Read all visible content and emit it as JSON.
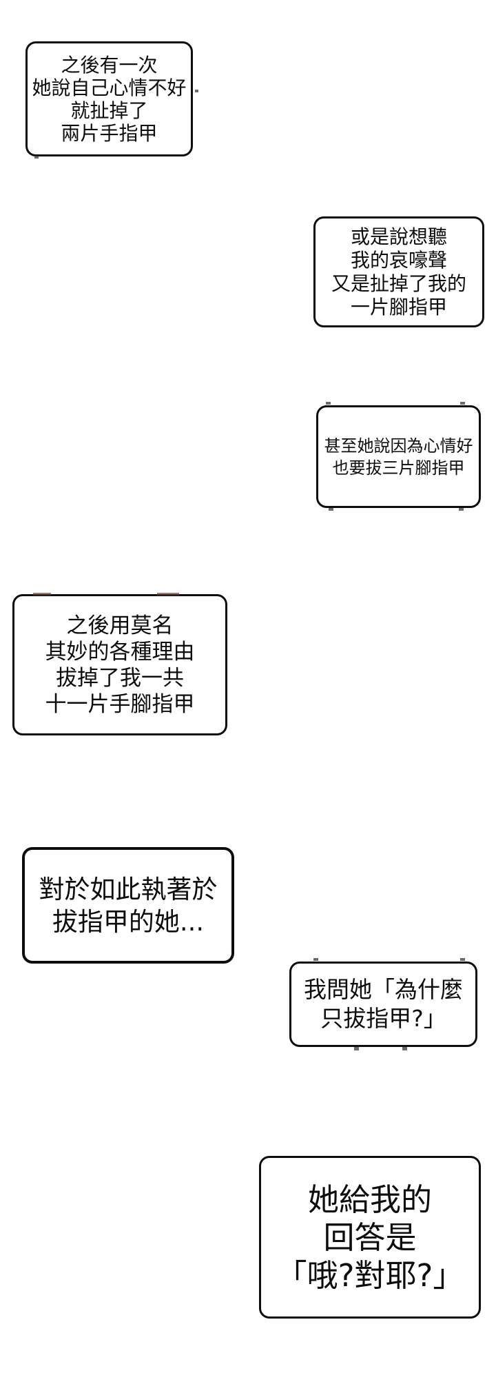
{
  "page": {
    "type": "comic-strip-page",
    "background_color": "#ffffff",
    "bubble_fill_color": "#ffffff",
    "bubble_border_color": "#0d0d0d",
    "text_color": "#0d0d0d"
  },
  "bubbles": [
    {
      "lines": [
        "之後有一次",
        "她說自己心情不好",
        "就扯掉了",
        "兩片手指甲"
      ]
    },
    {
      "lines": [
        "或是說想聽",
        "我的哀嚎聲",
        "又是扯掉了我的",
        "一片腳指甲"
      ]
    },
    {
      "lines": [
        "甚至她說因為心情好",
        "也要拔三片腳指甲"
      ]
    },
    {
      "lines": [
        "之後用莫名",
        "其妙的各種理由",
        "拔掉了我一共",
        "十一片手腳指甲"
      ]
    },
    {
      "lines": [
        "對於如此執著於",
        "拔指甲的她..."
      ]
    },
    {
      "lines": [
        "我問她「為什麼",
        "只拔指甲?」"
      ]
    },
    {
      "lines": [
        "她給我的",
        "回答是",
        "「哦?對耶?」"
      ]
    }
  ]
}
